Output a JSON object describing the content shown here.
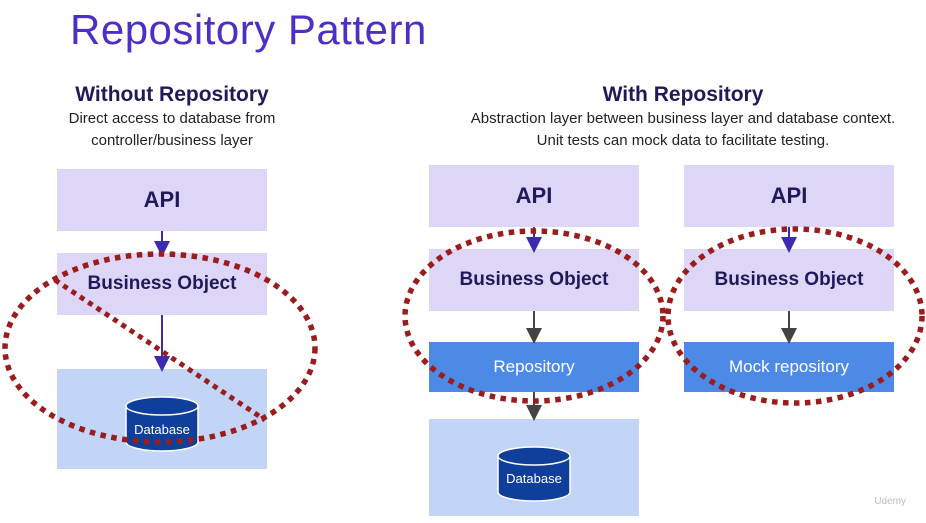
{
  "title": "Repository Pattern",
  "left": {
    "heading": "Without Repository",
    "desc_line1": "Direct access to database from",
    "desc_line2": "controller/business layer",
    "api": "API",
    "business_object": "Business Object",
    "database": "Database"
  },
  "middle": {
    "api": "API",
    "business_object": "Business Object",
    "repository": "Repository",
    "database": "Database"
  },
  "right_heading": {
    "heading": "With Repository",
    "desc_line1": "Abstraction layer between business layer and database context.",
    "desc_line2": "Unit tests can mock data to facilitate testing."
  },
  "right": {
    "api": "API",
    "business_object": "Business Object",
    "mock_repository": "Mock repository"
  },
  "watermark": "Udemy",
  "colors": {
    "title": "#4b2fc7",
    "lavender_box": "#ddd6f7",
    "blue_box": "#4d8ae8",
    "light_blue_box": "#c2d5f7",
    "dotted_ellipse": "#9b1c1c",
    "database": "#0f3f9a"
  }
}
